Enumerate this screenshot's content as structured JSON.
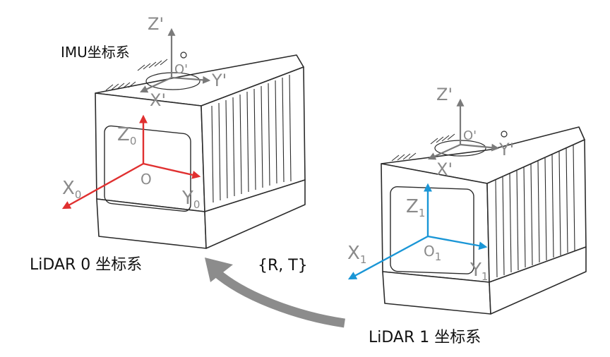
{
  "captions": {
    "imu": "IMU坐标系",
    "lidar0": "LiDAR 0 坐标系",
    "lidar1": "LiDAR 1 坐标系",
    "transform": "{R, T}"
  },
  "lidar0": {
    "imu_axes": {
      "z": "Z'",
      "y": "Y'",
      "x": "X'",
      "origin": "O'"
    },
    "axes": {
      "z": "Z",
      "z_sub": "0",
      "y": "Y",
      "y_sub": "0",
      "x": "X",
      "x_sub": "0",
      "origin": "O"
    },
    "axis_color": "#e03030"
  },
  "lidar1": {
    "imu_axes": {
      "z": "Z'",
      "y": "Y'",
      "x": "X'",
      "origin": "O'"
    },
    "axes": {
      "z": "Z",
      "z_sub": "1",
      "y": "Y",
      "y_sub": "1",
      "x": "X",
      "x_sub": "1",
      "origin": "O",
      "origin_sub": "1"
    },
    "axis_color": "#1a96d6"
  },
  "colors": {
    "device_outline": "#2b2b2b",
    "imu_axis": "#7a7a7a",
    "transform_arrow": "#8c8c8c"
  }
}
